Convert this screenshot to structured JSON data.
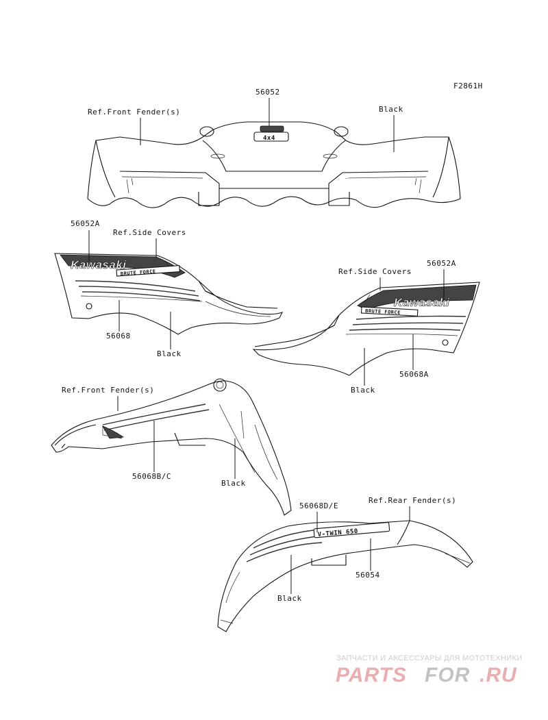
{
  "figure_code": "F2861H",
  "labels": {
    "top_part": "56052",
    "top_ref": "Ref.Front Fender(s)",
    "top_black": "Black",
    "left_part_a": "56052A",
    "left_ref": "Ref.Side Covers",
    "left_part_b": "56068",
    "left_black": "Black",
    "right_ref": "Ref.Side Covers",
    "right_part_a": "56052A",
    "right_part_b": "56068A",
    "right_black": "Black",
    "front_ref": "Ref.Front Fender(s)",
    "front_part": "56068B/C",
    "front_black": "Black",
    "rear_part_a": "56068D/E",
    "rear_ref": "Ref.Rear Fender(s)",
    "rear_part_b": "56054",
    "rear_black": "Black"
  },
  "decal_text": {
    "brand": "Kawasaki",
    "model": "BRUTE FORCE",
    "engine": "V-TWIN 650",
    "badge": "4x4"
  },
  "watermark": {
    "tagline": "ЗАПЧАСТИ И АКСЕССУАРЫ ДЛЯ МОТОТЕХНИКИ",
    "brand_a": "PARTS",
    "brand_b": "FOR",
    "brand_c": ".RU",
    "color_red": "#e8a5a8",
    "color_gray": "#bdbdbd"
  }
}
